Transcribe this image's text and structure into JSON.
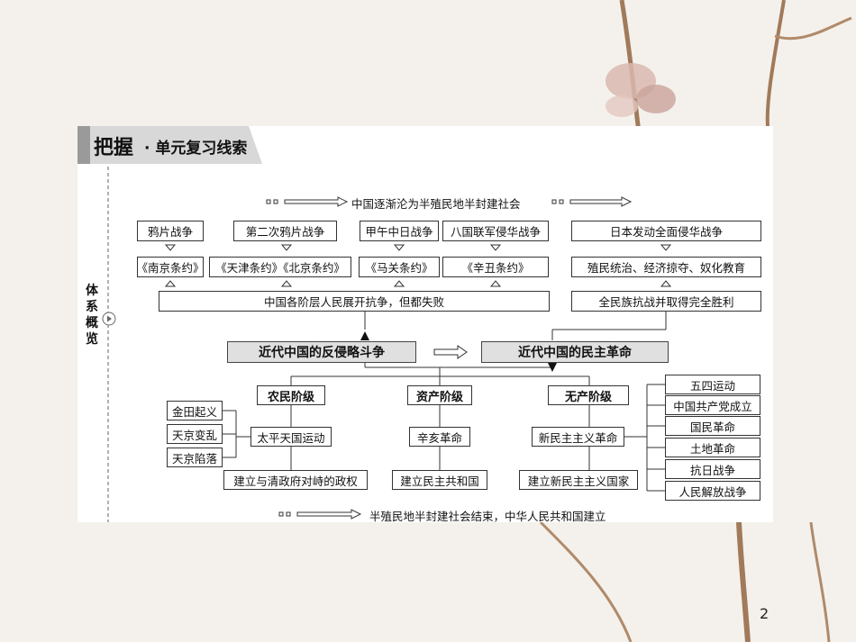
{
  "header": {
    "title": "把握",
    "subtitle": "· 单元复习线索"
  },
  "side_label": "体系概览",
  "top_banner": "中国逐渐沦为半殖民地半封建社会",
  "bottom_banner": "半殖民地半封建社会结束，中华人民共和国建立",
  "wars": [
    "鸦片战争",
    "第二次鸦片战争",
    "甲午中日战争",
    "八国联军侵华战争",
    "日本发动全面侵华战争"
  ],
  "treaties": [
    "《南京条约》",
    "《天津条约》《北京条约》",
    "《马关条约》",
    "《辛丑条约》",
    "殖民统治、经济掠夺、奴化教育"
  ],
  "resistance_left": "中国各阶层人民展开抗争，但都失败",
  "resistance_right": "全民族抗战并取得完全胜利",
  "main_left": "近代中国的反侵略斗争",
  "main_right": "近代中国的民主革命",
  "classes": [
    "农民阶级",
    "资产阶级",
    "无产阶级"
  ],
  "peasant_events": [
    "金田起义",
    "天京变乱",
    "天京陷落"
  ],
  "movements": [
    "太平天国运动",
    "辛亥革命",
    "新民主主义革命"
  ],
  "results": [
    "建立与清政府对峙的政权",
    "建立民主共和国",
    "建立新民主主义国家"
  ],
  "proletarian_events": [
    "五四运动",
    "中国共产党成立",
    "国民革命",
    "土地革命",
    "抗日战争",
    "人民解放战争"
  ],
  "page_number": "2"
}
